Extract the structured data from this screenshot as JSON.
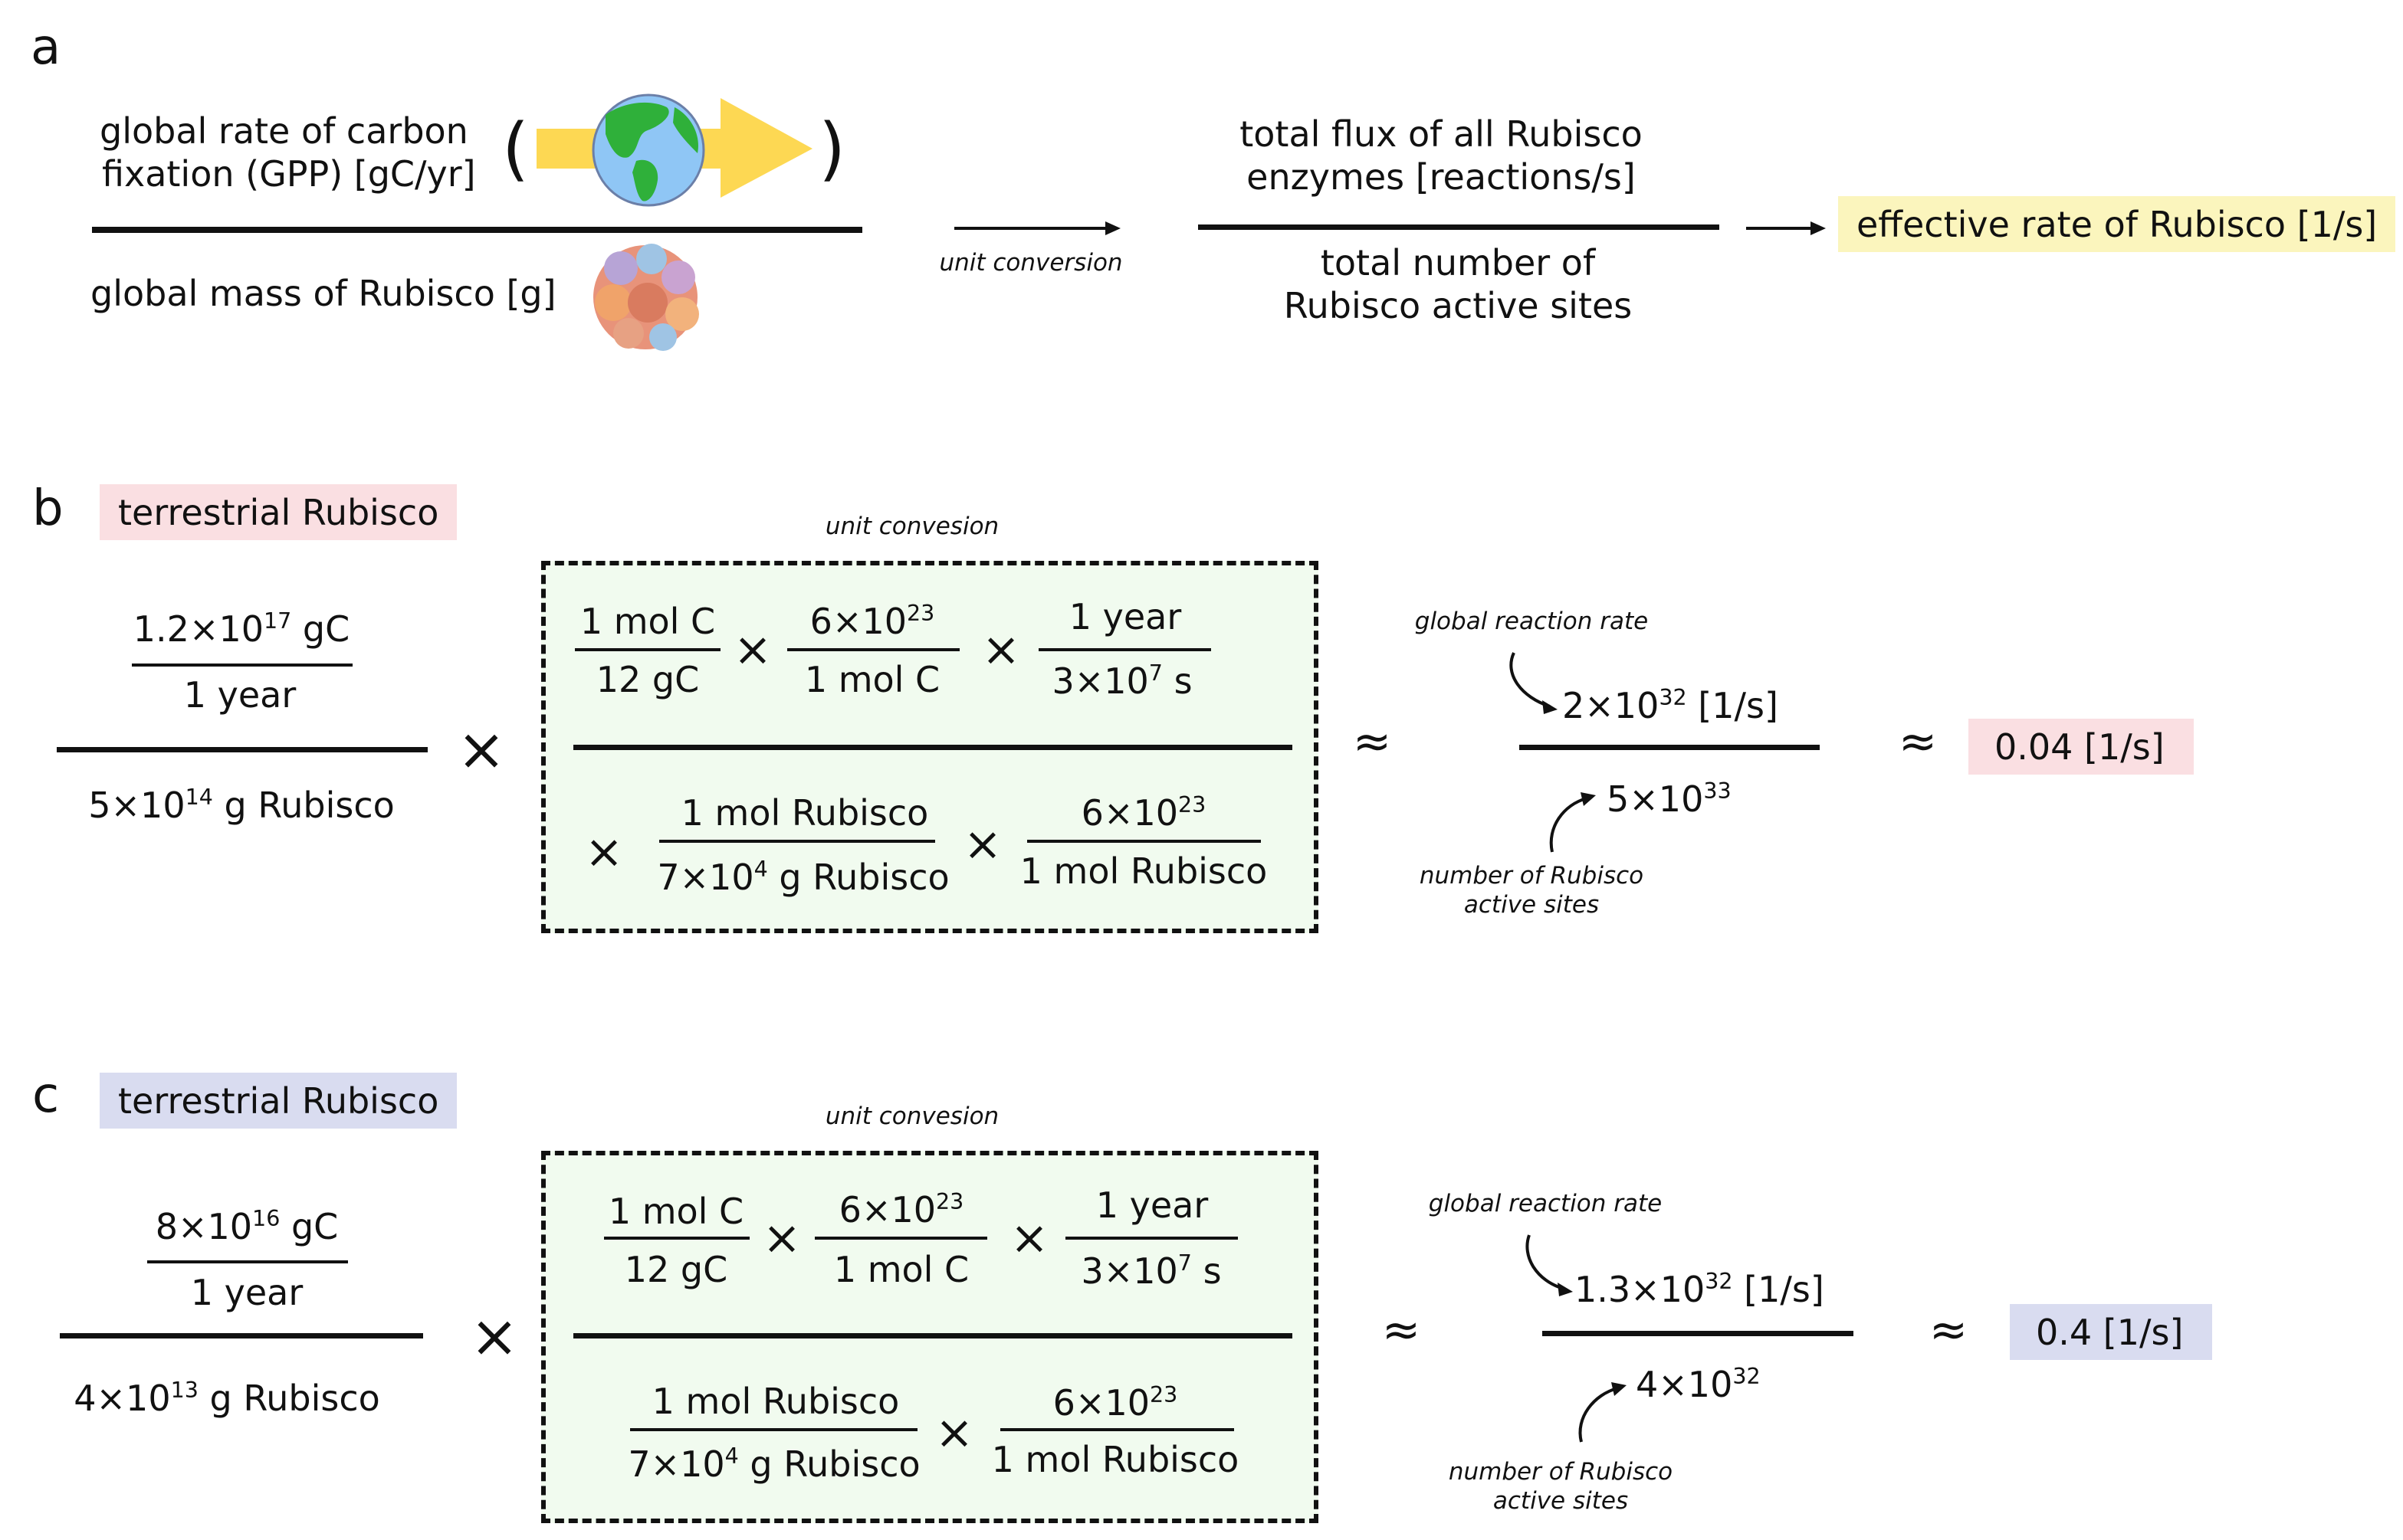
{
  "panel_a": {
    "letter": "a",
    "num_line1": "global rate of carbon",
    "num_line2": "fixation (GPP) [gC/yr]",
    "open_paren": "(",
    "close_paren": ")",
    "den": "global mass of Rubisco [g]",
    "arrow_label": "unit conversion",
    "flux_line1": "total flux of all Rubisco",
    "flux_line2": "enzymes [reactions/s]",
    "sites_line1": "total number of",
    "sites_line2": "Rubisco active sites",
    "result": "effective rate of Rubisco [1/s]",
    "result_color": "#fbf5bd"
  },
  "panel_b": {
    "letter": "b",
    "tag": "terrestrial Rubisco",
    "tag_color": "#fadfe2",
    "gpp_base": "1.2×10",
    "gpp_exp": "17",
    "gpp_unit": " gC",
    "per_year": "1 year",
    "mass_base": "5×10",
    "mass_exp": "14",
    "mass_unit": " g Rubisco",
    "conv_label": "unit convesion",
    "f1_num": "1 mol C",
    "f1_den": "12 gC",
    "f2_num_base": "6×10",
    "f2_num_exp": "23",
    "f2_den": "1 mol C",
    "f3_num": "1 year",
    "f3_den_base": "3×10",
    "f3_den_exp": "7",
    "f3_den_unit": " s",
    "g1_num": "1 mol Rubisco",
    "g1_den_base": "7×10",
    "g1_den_exp": "4",
    "g1_den_unit": " g Rubisco",
    "g2_num_base": "6×10",
    "g2_num_exp": "23",
    "g2_den": "1 mol Rubisco",
    "times": "×",
    "approx": "≈",
    "rate_label": "global reaction rate",
    "rate_base": "2×10",
    "rate_exp": "32",
    "rate_unit": " [1/s]",
    "sites_base": "5×10",
    "sites_exp": "33",
    "sites_label_line1": "number of Rubisco",
    "sites_label_line2": "active sites",
    "result": "0.04 [1/s]"
  },
  "panel_c": {
    "letter": "c",
    "tag": "terrestrial Rubisco",
    "tag_color": "#d9dcf0",
    "gpp_base": "8×10",
    "gpp_exp": "16",
    "gpp_unit": " gC",
    "per_year": "1 year",
    "mass_base": "4×10",
    "mass_exp": "13",
    "mass_unit": " g Rubisco",
    "conv_label": "unit convesion",
    "f1_num": "1 mol C",
    "f1_den": "12 gC",
    "f2_num_base": "6×10",
    "f2_num_exp": "23",
    "f2_den": "1 mol C",
    "f3_num": "1 year",
    "f3_den_base": "3×10",
    "f3_den_exp": "7",
    "f3_den_unit": " s",
    "g1_num": "1 mol Rubisco",
    "g1_den_base": "7×10",
    "g1_den_exp": "4",
    "g1_den_unit": " g Rubisco",
    "g2_num_base": "6×10",
    "g2_num_exp": "23",
    "g2_den": "1 mol Rubisco",
    "times": "×",
    "approx": "≈",
    "rate_label": "global reaction rate",
    "rate_base": "1.3×10",
    "rate_exp": "32",
    "rate_unit": " [1/s]",
    "sites_base": "4×10",
    "sites_exp": "32",
    "sites_label_line1": "number of Rubisco",
    "sites_label_line2": "active sites",
    "result": "0.4 [1/s]"
  },
  "icons": {
    "globe": "earth-globe-icon",
    "arrow": "yellow-arrow-icon",
    "rubisco": "rubisco-protein-icon"
  },
  "colors": {
    "yellow_arrow": "#fdd853",
    "ocean": "#8fc6f5",
    "land": "#2fb03a",
    "conversion_box": "#f1fbef"
  }
}
